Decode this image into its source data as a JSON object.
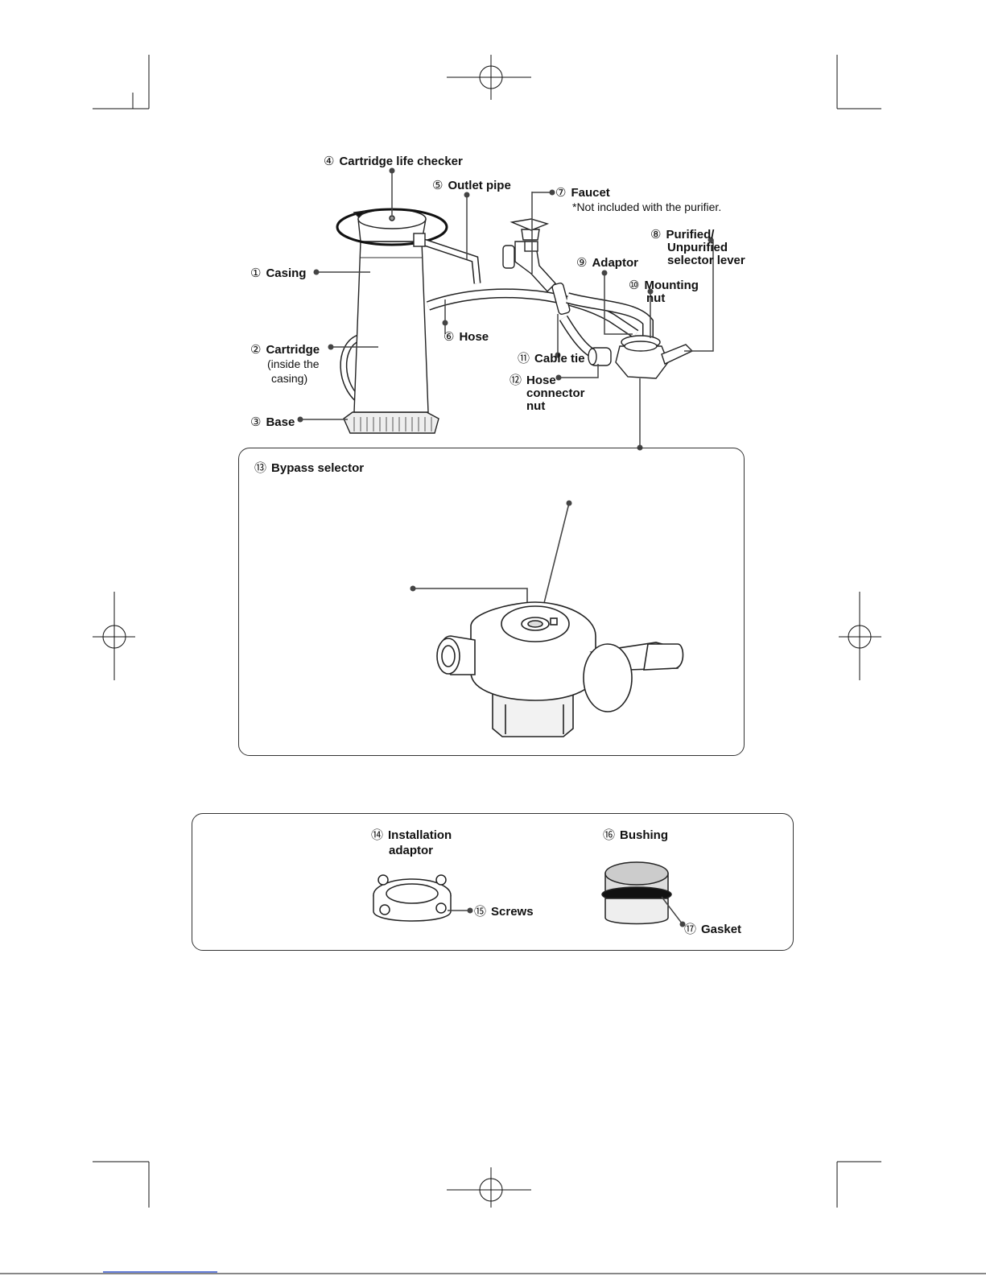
{
  "parts": {
    "casing": {
      "num": "①",
      "label": "Casing"
    },
    "cartridge": {
      "num": "②",
      "label": "Cartridge",
      "note_line1": "(inside the",
      "note_line2": "casing)"
    },
    "base": {
      "num": "③",
      "label": "Base"
    },
    "life_checker": {
      "num": "④",
      "label": "Cartridge life checker"
    },
    "outlet_pipe": {
      "num": "⑤",
      "label": "Outlet pipe"
    },
    "hose": {
      "num": "⑥",
      "label": "Hose"
    },
    "faucet": {
      "num": "⑦",
      "label": "Faucet",
      "note": "*Not included with the purifier."
    },
    "selector_lever": {
      "num": "⑧",
      "line1": "Purified/",
      "line2": "Unpurified",
      "line3": "selector lever"
    },
    "adaptor": {
      "num": "⑨",
      "label": "Adaptor"
    },
    "mounting_nut": {
      "num": "⑩",
      "line1": "Mounting",
      "line2": "nut"
    },
    "cable_tie": {
      "num": "⑪",
      "label": "Cable tie"
    },
    "hose_connector_nut": {
      "num": "⑫",
      "line1": "Hose",
      "line2": "connector",
      "line3": "nut"
    },
    "bypass_selector": {
      "num": "⑬",
      "label": "Bypass selector"
    },
    "installation_adaptor": {
      "num": "⑭",
      "line1": "Installation",
      "line2": "adaptor"
    },
    "screws": {
      "num": "⑮",
      "label": "Screws"
    },
    "bushing": {
      "num": "⑯",
      "label": "Bushing"
    },
    "gasket": {
      "num": "⑰",
      "label": "Gasket"
    }
  },
  "colors": {
    "ink": "#111111",
    "line": "#444444",
    "fill": "#ffffff",
    "shade": "#dddddd"
  }
}
